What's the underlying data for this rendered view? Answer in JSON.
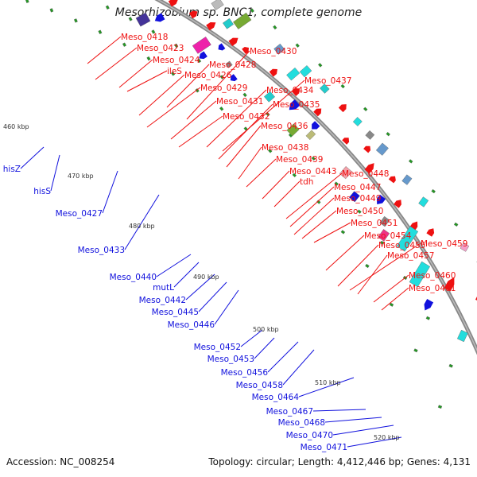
{
  "title": "Mesorhizobium sp. BNC1, complete genome",
  "accession": "Accession: NC_008254",
  "topology": "Topology: circular; Length: 4,412,446 bp; Genes: 4,131",
  "colors": {
    "forward": "#ee1111",
    "reverse": "#1111dd",
    "tick": "#229922",
    "backbone": "#888888"
  },
  "kbp_ticks": [
    "460 kbp",
    "470 kbp",
    "480 kbp",
    "490 kbp",
    "500 kbp",
    "510 kbp",
    "520 kbp"
  ],
  "outer_labels": [
    "Meso_0418",
    "Meso_0423",
    "Meso_0424",
    "ileS",
    "Meso_0426",
    "Meso_0428",
    "Meso_0430",
    "Meso_0429",
    "Meso_0431",
    "Meso_0434",
    "Meso_0437",
    "Meso_0435",
    "Meso_0432",
    "Meso_0436",
    "Meso_0438",
    "Meso_0439",
    "Meso_0443",
    "tdh",
    "Meso_0448",
    "Meso_0447",
    "Meso_0449",
    "Meso_0450",
    "Meso_0451",
    "Meso_0454",
    "Meso_0455",
    "Meso_0459",
    "Meso_0457",
    "Meso_0460",
    "Meso_0461"
  ],
  "inner_labels": [
    "hisZ",
    "hisS",
    "Meso_0427",
    "Meso_0433",
    "Meso_0440",
    "mutL",
    "Meso_0442",
    "Meso_0445",
    "Meso_0446",
    "Meso_0452",
    "Meso_0453",
    "Meso_0456",
    "Meso_0458",
    "Meso_0464",
    "Meso_0467",
    "Meso_0468",
    "Meso_0470",
    "Meso_0471"
  ]
}
